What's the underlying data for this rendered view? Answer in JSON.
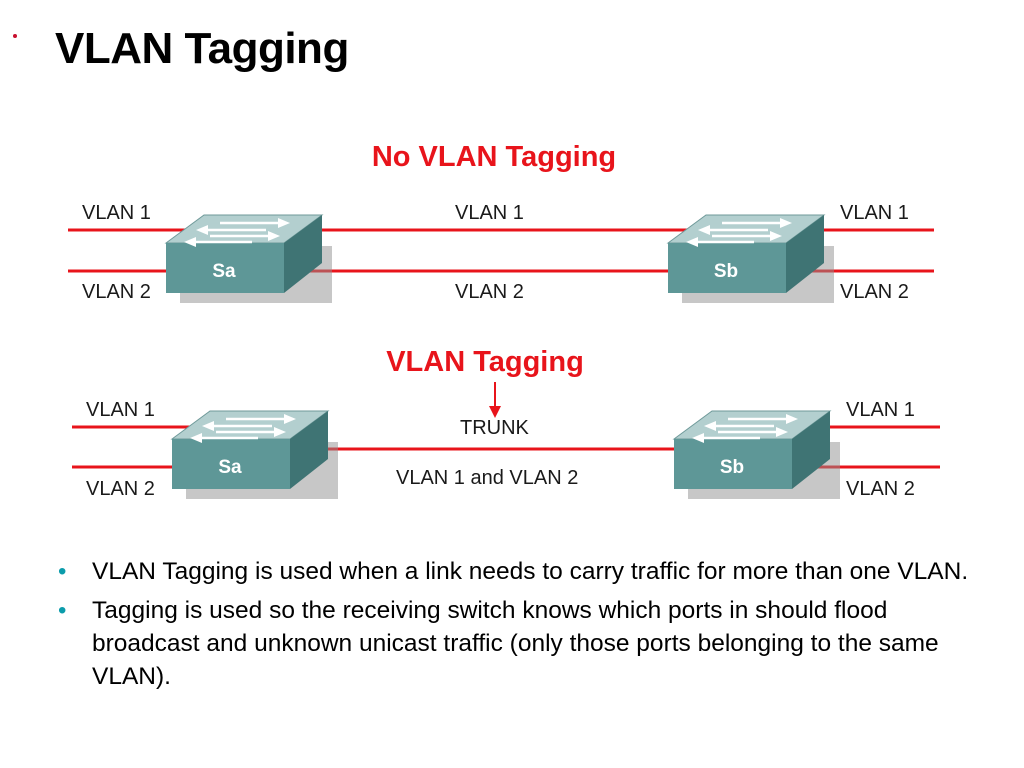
{
  "title": "VLAN Tagging",
  "colors": {
    "accent_red": "#e8141b",
    "bullet": "#0b9cab",
    "switch_face": "#5e9797",
    "switch_top": "#b3cfcf"
  },
  "diagrams": {
    "no_tagging": {
      "heading": "No VLAN Tagging",
      "left_vlan1": "VLAN 1",
      "left_vlan2": "VLAN 2",
      "mid_vlan1": "VLAN 1",
      "mid_vlan2": "VLAN 2",
      "right_vlan1": "VLAN 1",
      "right_vlan2": "VLAN 2",
      "switch_a": "Sa",
      "switch_b": "Sb"
    },
    "tagging": {
      "heading": "VLAN Tagging",
      "trunk": "TRUNK",
      "mid_label": "VLAN 1 and VLAN 2",
      "left_vlan1": "VLAN 1",
      "left_vlan2": "VLAN 2",
      "right_vlan1": "VLAN 1",
      "right_vlan2": "VLAN 2",
      "switch_a": "Sa",
      "switch_b": "Sb"
    }
  },
  "bullets": [
    "VLAN Tagging is used when a link needs to carry traffic for more than one VLAN.",
    "Tagging is used so the receiving switch knows which ports in should flood broadcast and unknown unicast traffic (only those ports belonging to the same VLAN)."
  ]
}
